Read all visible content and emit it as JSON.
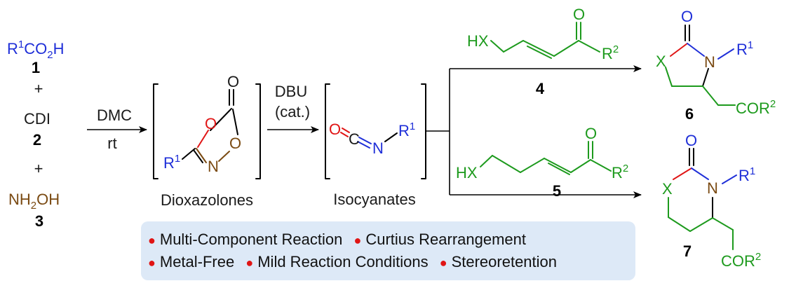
{
  "reagents": {
    "acid": {
      "prefix": "R",
      "sup": "1",
      "middle": "CO",
      "sub": "2",
      "suffix": "H",
      "number": "1"
    },
    "plus1": "+",
    "cdi": {
      "label": "CDI",
      "number": "2"
    },
    "plus2": "+",
    "hydroxylamine": {
      "prefix": "NH",
      "sub": "2",
      "suffix": "OH",
      "number": "3"
    }
  },
  "step1": {
    "reagent": "DMC",
    "condition": "rt"
  },
  "intermediate1": {
    "caption": "Dioxazolones",
    "atoms": {
      "o_ring": "O",
      "o_carbonyl": "O",
      "o_right": "O",
      "n": "N",
      "r": "R",
      "r_sup": "1"
    }
  },
  "step2": {
    "reagent": "DBU",
    "condition": "(cat.)"
  },
  "intermediate2": {
    "caption": "Isocyanates",
    "atoms": {
      "o": "O",
      "c": "C",
      "n": "N",
      "r": "R",
      "r_sup": "1"
    }
  },
  "reactant4": {
    "hx": "HX",
    "o": "O",
    "r": "R",
    "r_sup": "2",
    "number": "4"
  },
  "reactant5": {
    "hx": "HX",
    "o": "O",
    "r": "R",
    "r_sup": "2",
    "number": "5"
  },
  "product6": {
    "o": "O",
    "x": "X",
    "n": "N",
    "r": "R",
    "r_sup": "1",
    "side": "COR",
    "side_sup": "2",
    "number": "6"
  },
  "product7": {
    "o": "O",
    "x": "X",
    "n": "N",
    "r": "R",
    "r_sup": "1",
    "side": "COR",
    "side_sup": "2",
    "number": "7"
  },
  "features": [
    [
      "Multi-Component Reaction",
      "Curtius Rearrangement"
    ],
    [
      "Metal-Free",
      "Mild Reaction Conditions",
      "Stereoretention"
    ]
  ],
  "colors": {
    "blue": "#1f2fd8",
    "brown": "#7a4a12",
    "green": "#1d9a1d",
    "red": "#e01515",
    "box": "#dde9f7"
  }
}
